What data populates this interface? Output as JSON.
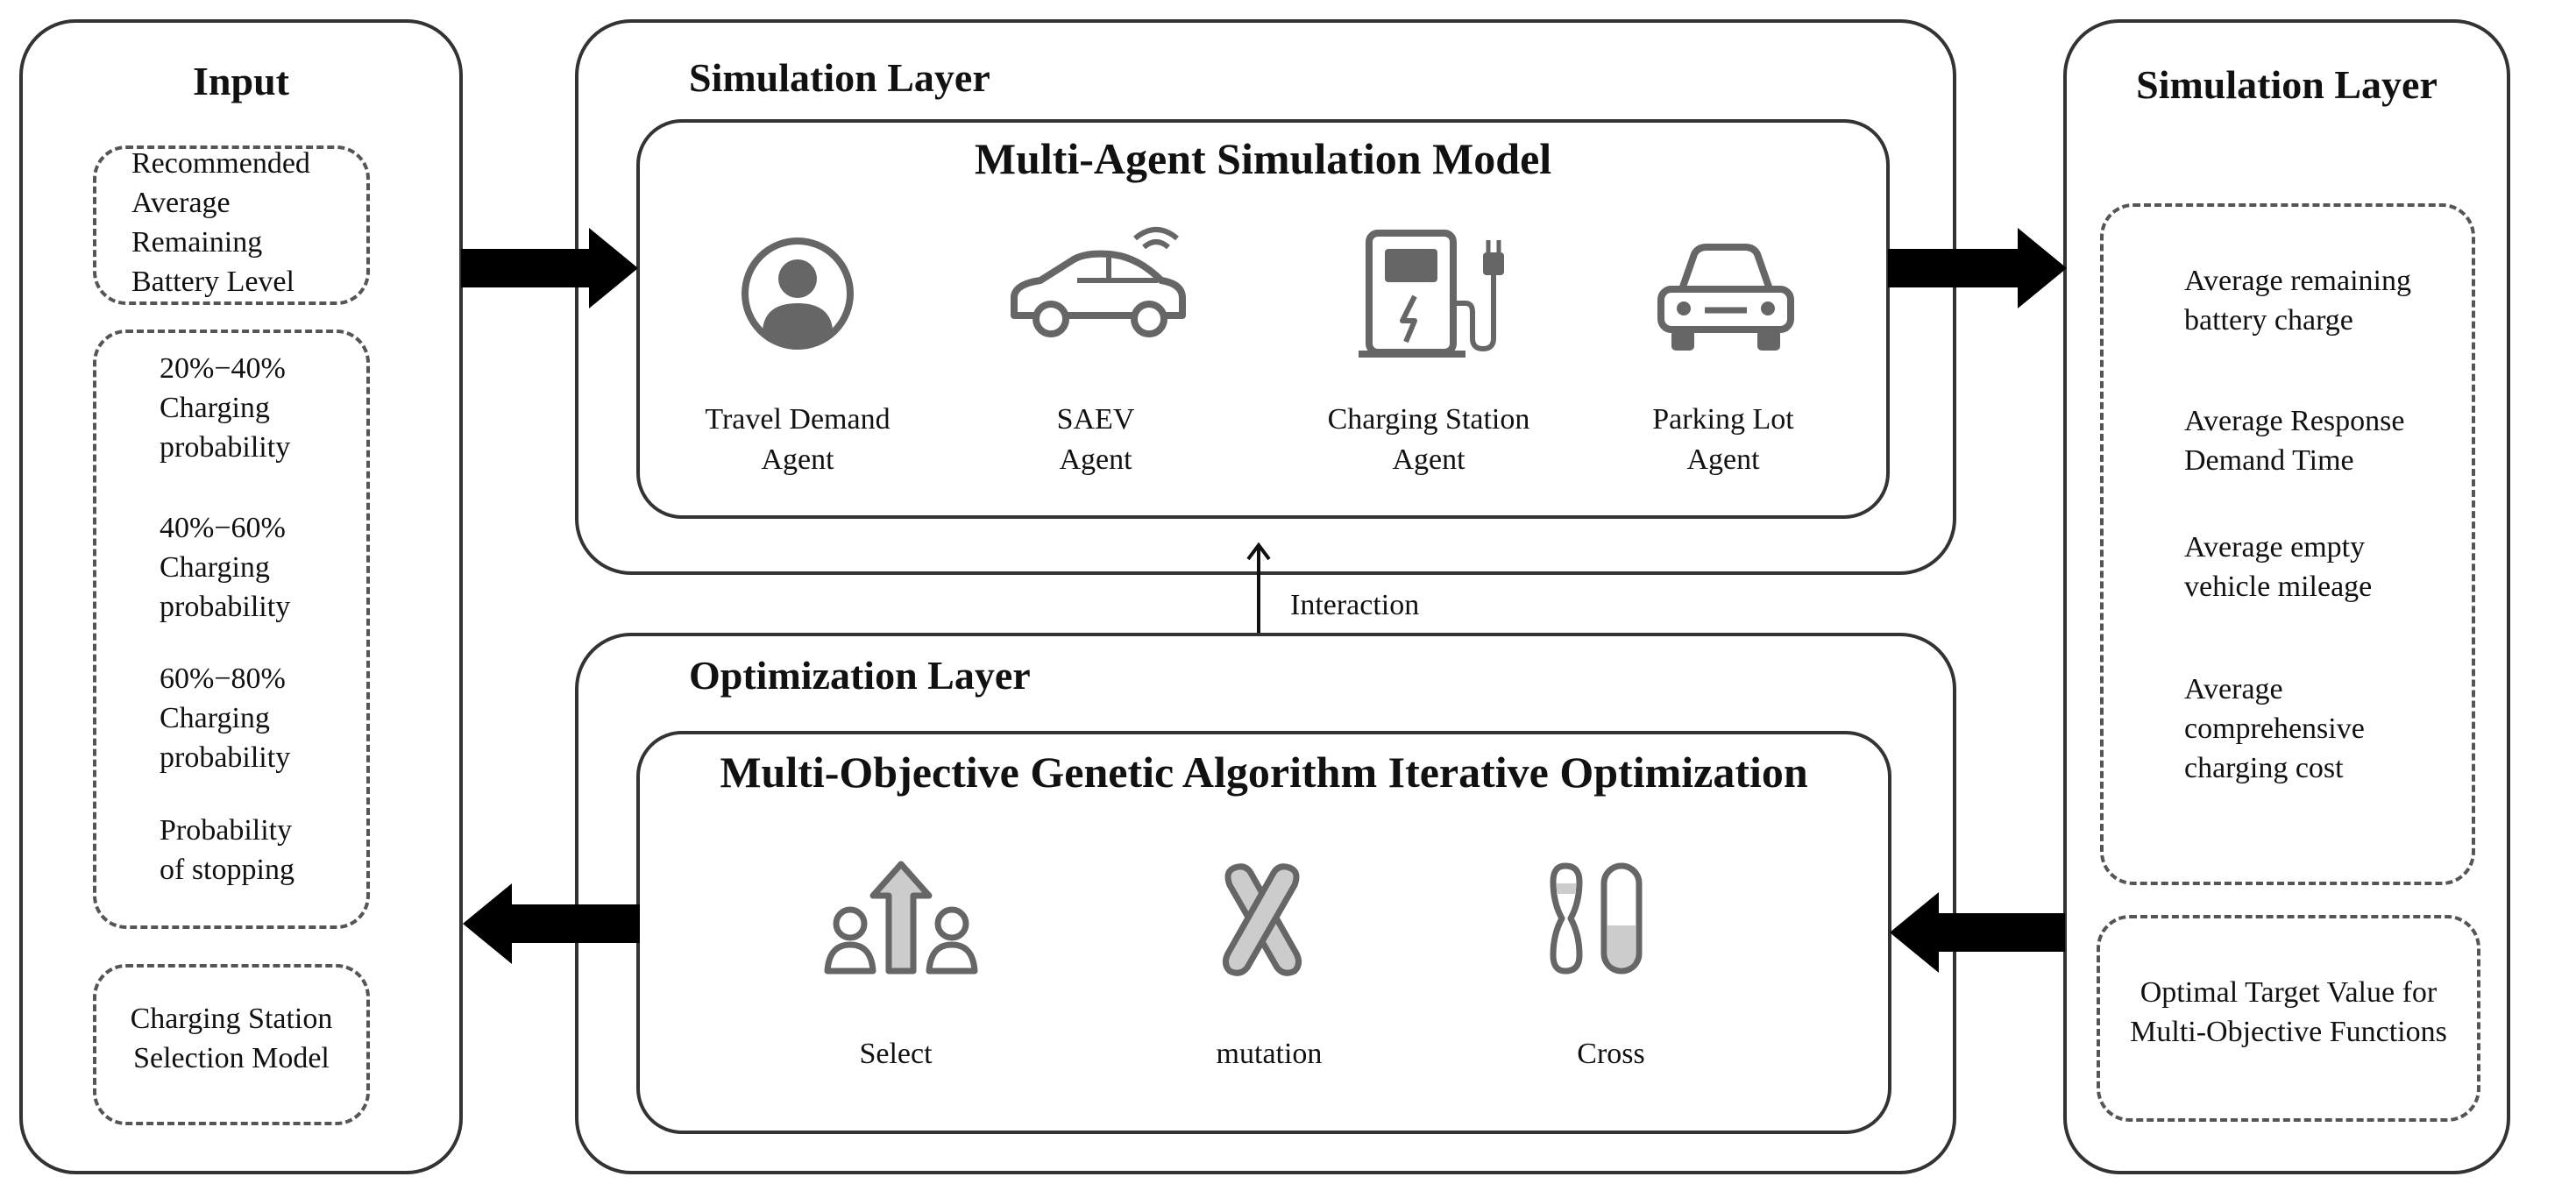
{
  "input_panel": {
    "title": "Input",
    "recommended": "Recommended\nAverage\nRemaining\nBattery Level",
    "prob1": "20%−40%\nCharging\nprobability",
    "prob2": "40%−60%\nCharging\nprobability",
    "prob3": "60%−80%\nCharging\nprobability",
    "prob_stop": "Probability\nof stopping",
    "model": "Charging Station\nSelection Model"
  },
  "simulation_layer": {
    "title": "Simulation Layer",
    "model_title": "Multi-Agent Simulation Model",
    "agents": [
      {
        "label": "Travel Demand\nAgent",
        "icon": "person-icon"
      },
      {
        "label": "SAEV\nAgent",
        "icon": "car-icon"
      },
      {
        "label": "Charging Station\nAgent",
        "icon": "charging-station-icon"
      },
      {
        "label": "Parking Lot\nAgent",
        "icon": "parked-car-icon"
      }
    ]
  },
  "interaction_label": "Interaction",
  "optimization_layer": {
    "title": "Optimization Layer",
    "algo_title": "Multi-Objective Genetic Algorithm Iterative Optimization",
    "ops": [
      {
        "label": "Select",
        "icon": "select-icon"
      },
      {
        "label": "mutation",
        "icon": "mutation-icon"
      },
      {
        "label": "Cross",
        "icon": "cross-icon"
      }
    ]
  },
  "output_panel": {
    "title": "Simulation Layer",
    "metrics": [
      "Average remaining\nbattery charge",
      "Average Response\nDemand Time",
      "Average empty\nvehicle mileage",
      "Average\ncomprehensive\ncharging cost"
    ],
    "optimal": "Optimal Target Value for\nMulti-Objective Functions"
  }
}
